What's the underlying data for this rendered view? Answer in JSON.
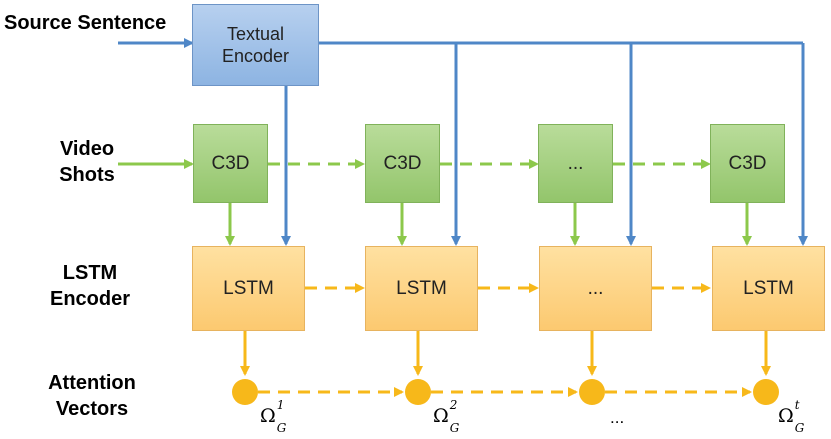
{
  "labels": {
    "source_sentence": "Source Sentence",
    "video_shots": [
      "Video",
      "Shots"
    ],
    "lstm_encoder": [
      "LSTM",
      "Encoder"
    ],
    "attention_vectors": [
      "Attention",
      "Vectors"
    ]
  },
  "textual_encoder": [
    "Textual",
    "Encoder"
  ],
  "c3d_boxes": [
    "C3D",
    "C3D",
    "...",
    "C3D"
  ],
  "lstm_boxes": [
    "LSTM",
    "LSTM",
    "...",
    "LSTM"
  ],
  "attention_outputs": [
    {
      "base": "Ω",
      "sub": "G",
      "sup": "1"
    },
    {
      "base": "Ω",
      "sub": "G",
      "sup": "2"
    },
    {
      "text": "..."
    },
    {
      "base": "Ω",
      "sub": "G",
      "sup": "t"
    }
  ],
  "colors": {
    "blue": "#4f87c7",
    "green": "#8cc84b",
    "orange": "#f7b81a"
  }
}
